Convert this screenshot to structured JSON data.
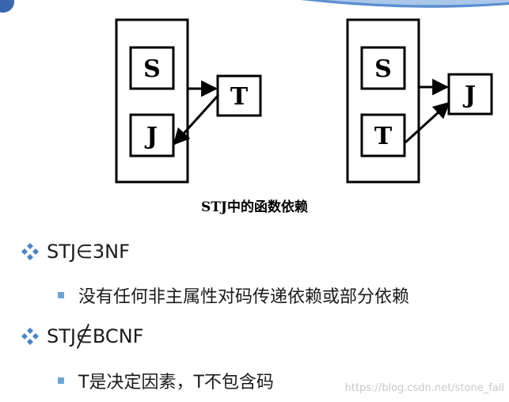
{
  "diagram": {
    "left": {
      "outer_label": "",
      "s": "S",
      "j": "J",
      "t": "T"
    },
    "right": {
      "s": "S",
      "t": "T",
      "j": "J"
    },
    "caption": "STJ中的函数依赖"
  },
  "bullets": [
    {
      "level": 1,
      "prefix": "STJ",
      "symbol": "∈",
      "suffix": "3NF"
    },
    {
      "level": 2,
      "text": "没有任何非主属性对码传递依赖或部分依赖"
    },
    {
      "level": 1,
      "prefix": "STJ",
      "symbol": "∈",
      "suffix": "BCNF",
      "negated": true
    },
    {
      "level": 2,
      "text": "T是决定因素，T不包含码"
    }
  ],
  "watermark": "https://blog.csdn.net/stone_fall",
  "colors": {
    "bullet_diamond": "#4a86c5",
    "bullet_square": "#6fa3d6",
    "header_wave": "#5b8fd0"
  }
}
